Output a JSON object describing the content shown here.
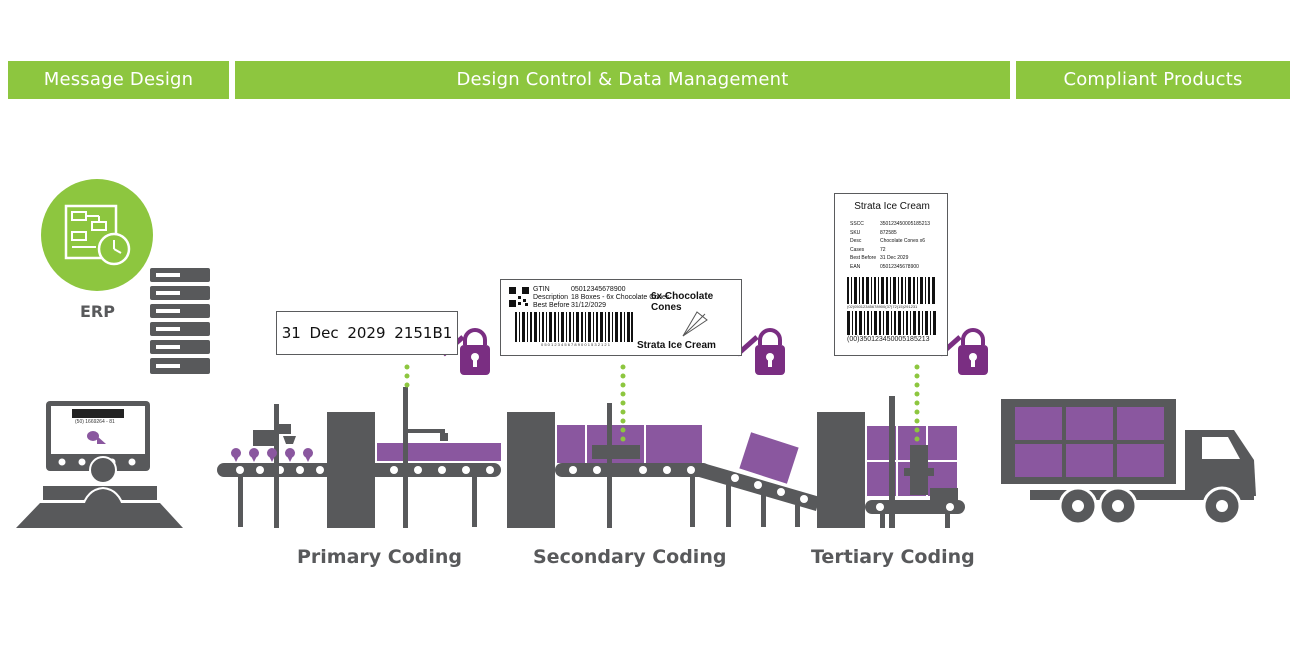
{
  "colors": {
    "green": "#8dc63f",
    "gray": "#58595b",
    "purple": "#8a579f",
    "lock_purple": "#7a2e82"
  },
  "banners": [
    {
      "label": "Message Design"
    },
    {
      "label": "Design Control & Data Management"
    },
    {
      "label": "Compliant Products"
    }
  ],
  "erp": {
    "label": "ERP"
  },
  "monitor": {
    "barcode_text": "(50) 1669264 - 81"
  },
  "primary_label": {
    "text": "31 Dec 2029 2151B1"
  },
  "secondary_label": {
    "fields": [
      {
        "key": "GTIN",
        "value": "05012345678900"
      },
      {
        "key": "Description",
        "value": "18 Boxes - 6x Chocolate Cones"
      },
      {
        "key": "Best Before",
        "value": "31/12/2029"
      }
    ],
    "title": "6x Chocolate Cones",
    "brand": "Strata Ice Cream",
    "barcode_text": "0 5 0 1 2 3 4 5 6 7 8 9 0 0 1 5 3 2 1 2 1"
  },
  "tertiary_label": {
    "title": "Strata Ice Cream",
    "fields": [
      {
        "key": "SSCC",
        "value": "350123450005185213"
      },
      {
        "key": "SKU",
        "value": "872585"
      },
      {
        "key": "Desc",
        "value": "Chocolate Cones x6"
      },
      {
        "key": "Cases",
        "value": "72"
      },
      {
        "key": "Best Before",
        "value": "31 Dec 2029"
      },
      {
        "key": "EAN",
        "value": "05012345678900"
      }
    ],
    "barcode_text_1": "(02)05012345678900(37)72(15)291231",
    "barcode_text_2": "(00)350123450005185213"
  },
  "stages": [
    {
      "label": "Primary Coding"
    },
    {
      "label": "Secondary Coding"
    },
    {
      "label": "Tertiary Coding"
    }
  ]
}
